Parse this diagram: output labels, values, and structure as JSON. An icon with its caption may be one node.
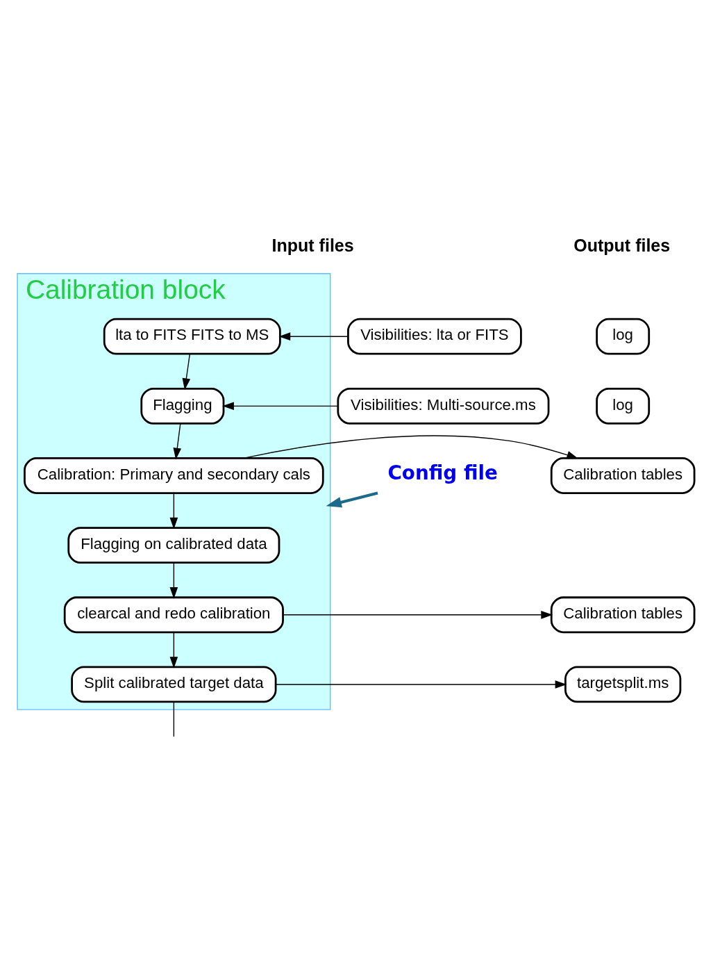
{
  "diagram": {
    "nodes": [
      {
        "text": [
          "Visibilities: lta or FITS"
        ]
      },
      {
        "text": [
          "Visibilities: Multi-source.ms"
        ]
      },
      {
        "text": [
          "Calibration block"
        ]
      },
      {
        "text": [
          "lta to FITS FITS to MS"
        ],
        "in": 2
      },
      {
        "text": [
          "Flagging"
        ],
        "in": 2
      },
      {
        "text": [
          "Calibration: Primary and secondary cals"
        ],
        "in": 2
      },
      {
        "text": [
          "Flagging on calibrated data"
        ],
        "in": 2
      },
      {
        "text": [
          "clearcal and redo calibration"
        ],
        "in": 2
      },
      {
        "text": [
          "Split calibrated target data"
        ],
        "in": 2
      },
      {
        "text": [
          "log"
        ]
      },
      {
        "text": [
          "log"
        ]
      },
      {
        "text": [
          "Calibration tables"
        ]
      },
      {
        "text": [
          "Calibration tables"
        ]
      },
      {
        "text": [
          "targetsplit.ms"
        ]
      },
      {
        "text": [
          "Config file"
        ]
      }
    ],
    "edges": [
      {
        "from": 0,
        "to": 3,
        "arrow": "to"
      },
      {
        "from": 3,
        "to": 4,
        "arrow": "to"
      },
      {
        "from": 1,
        "to": 4,
        "arrow": "to"
      },
      {
        "from": 4,
        "to": 5,
        "arrow": "to"
      },
      {
        "from": 5,
        "to": 11,
        "arrow": "to"
      },
      {
        "from": 5,
        "to": 6,
        "arrow": "to"
      },
      {
        "from": 6,
        "to": 7,
        "arrow": "to"
      },
      {
        "from": 7,
        "to": 12,
        "arrow": "to"
      },
      {
        "from": 7,
        "to": 8,
        "arrow": "to"
      },
      {
        "from": 8,
        "to": 13,
        "arrow": "to"
      },
      {
        "from": 14,
        "to": 2,
        "arrow": "to",
        "style": "thick",
        "color": "#1b6a8a"
      },
      {
        "from": 8,
        "to": null,
        "arrow": "none"
      }
    ],
    "labels": [
      "Input files",
      "Output files"
    ]
  }
}
